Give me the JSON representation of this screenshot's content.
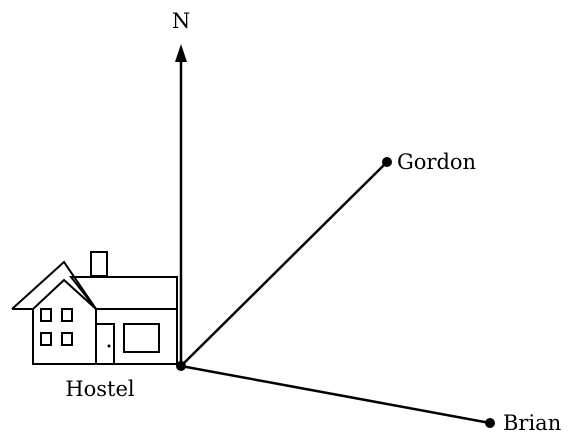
{
  "labels": {
    "north": "N",
    "gordon": "Gordon",
    "brian": "Brian",
    "hostel": "Hostel"
  },
  "colors": {
    "ink": "#000000",
    "background": "#ffffff"
  }
}
